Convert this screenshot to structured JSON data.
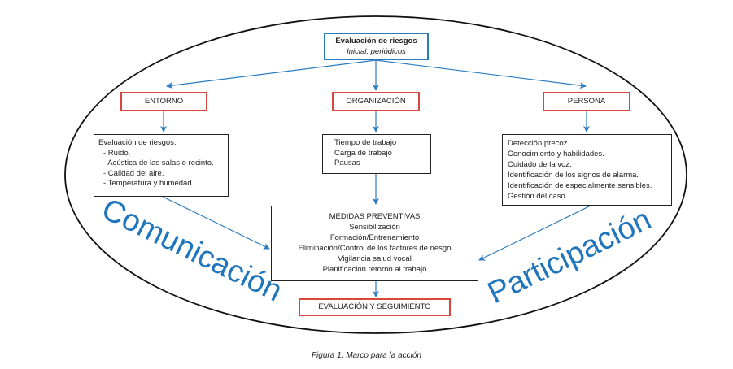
{
  "top": {
    "title": "Evaluación de riesgos",
    "subtitle": "Inicial, periódicos"
  },
  "categories": [
    "ENTORNO",
    "ORGANIZACIÓN",
    "PERSONA"
  ],
  "entorno_list": [
    "Evaluación de riesgos:",
    "- Ruido.",
    "- Acústica de las salas o recinto.",
    "- Calidad del aire.",
    "- Temperatura y humedad."
  ],
  "organizacion_list": [
    "Tiempo de trabajo",
    "Carga de trabajo",
    "Pausas"
  ],
  "persona_list": [
    "Detección precoz.",
    "Conocimiento y habilidades.",
    "Cuidado de la voz.",
    "Identificación de los signos de alarma.",
    "Identificación de especialmente sensibles.",
    "Gestión del caso."
  ],
  "medidas": [
    "MEDIDAS PREVENTIVAS",
    "Sensibilización",
    "Formación/Entrenamiento",
    "Eliminación/Control de los factores de riesgo",
    "Vigilancia salud vocal",
    "Planificación retorno al trabajo"
  ],
  "final": "EVALUACIÓN Y SEGUIMIENTO",
  "left_label": "Comunicación",
  "right_label": "Participación",
  "caption": "Figura 1. Marco para la acción",
  "colors": {
    "blue": "#1f76bd",
    "red": "#d9473c",
    "arrow": "#2a7bbf"
  }
}
